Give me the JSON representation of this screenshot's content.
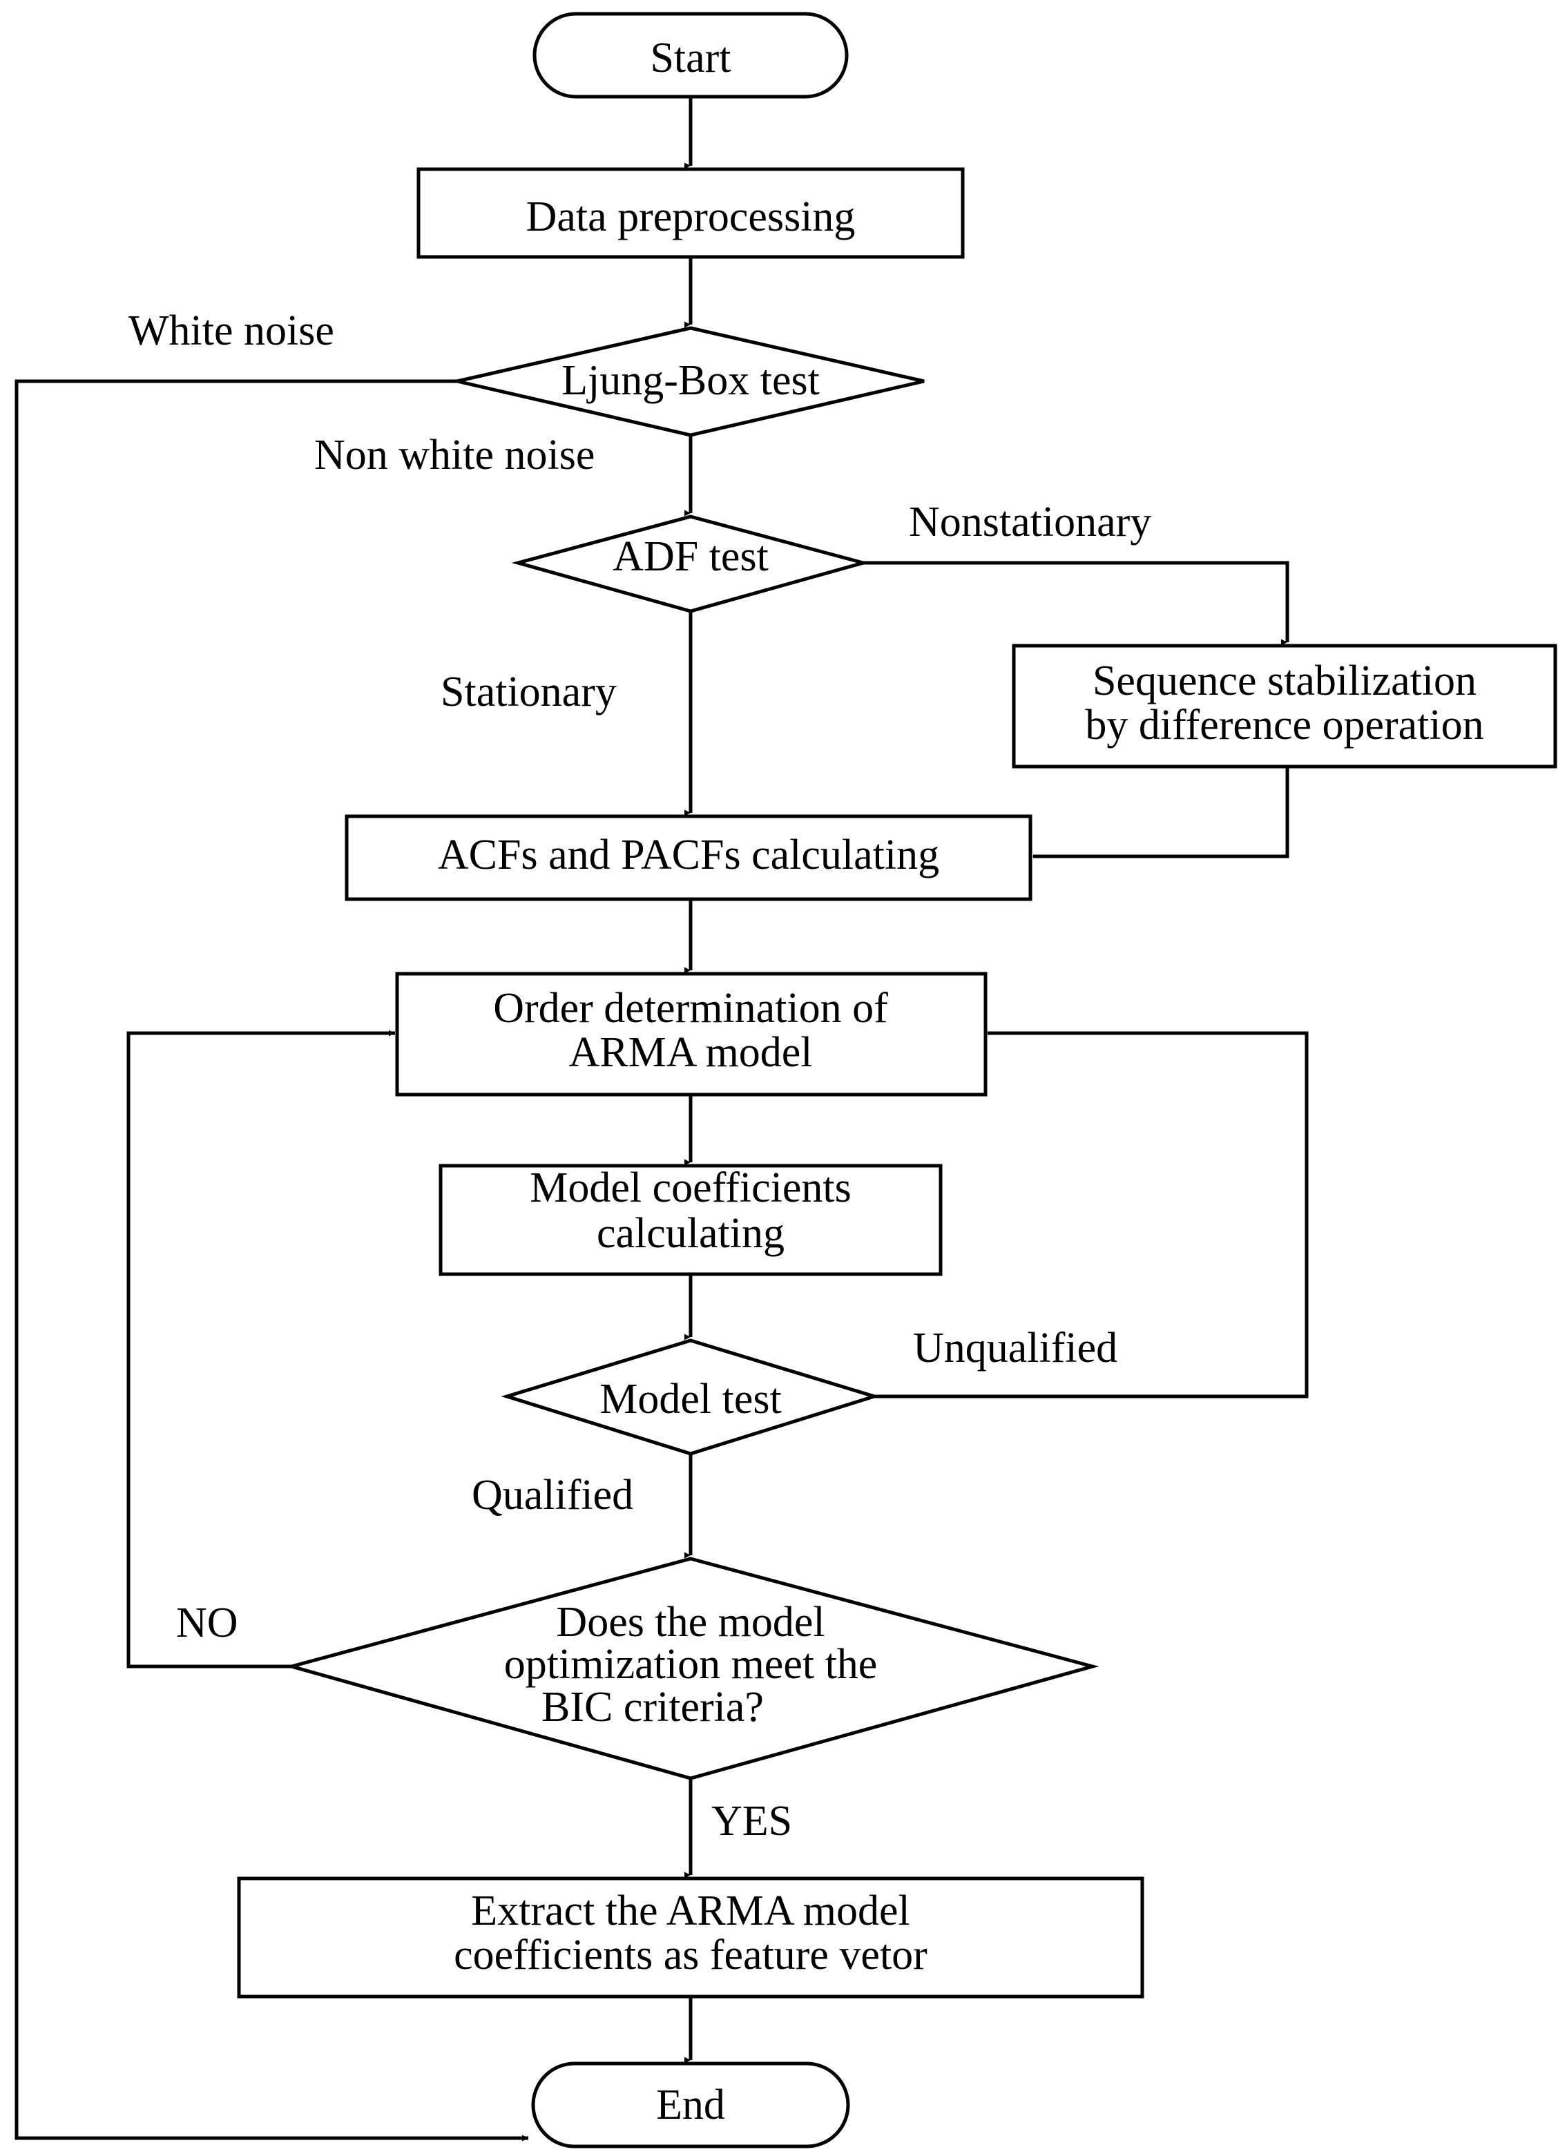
{
  "nodes": {
    "start": "Start",
    "preprocess": "Data preprocessing",
    "ljung_box": "Ljung-Box test",
    "adf": "ADF test",
    "stabilize": [
      "Sequence stabilization",
      "by difference operation"
    ],
    "acf_pacf": "ACFs and PACFs calculating",
    "order": [
      "Order determination of",
      "ARMA model"
    ],
    "coefficients": [
      "Model coefficients",
      "calculating"
    ],
    "model_test": "Model test",
    "bic": [
      "Does the model",
      "optimization meet the",
      "BIC criteria?"
    ],
    "extract": [
      "Extract the ARMA model",
      "coefficients as feature vetor"
    ],
    "end": "End"
  },
  "edge_labels": {
    "white_noise": "White noise",
    "non_white_noise": "Non white noise",
    "nonstationary": "Nonstationary",
    "stationary": "Stationary",
    "unqualified": "Unqualified",
    "qualified": "Qualified",
    "no": "NO",
    "yes": "YES"
  }
}
